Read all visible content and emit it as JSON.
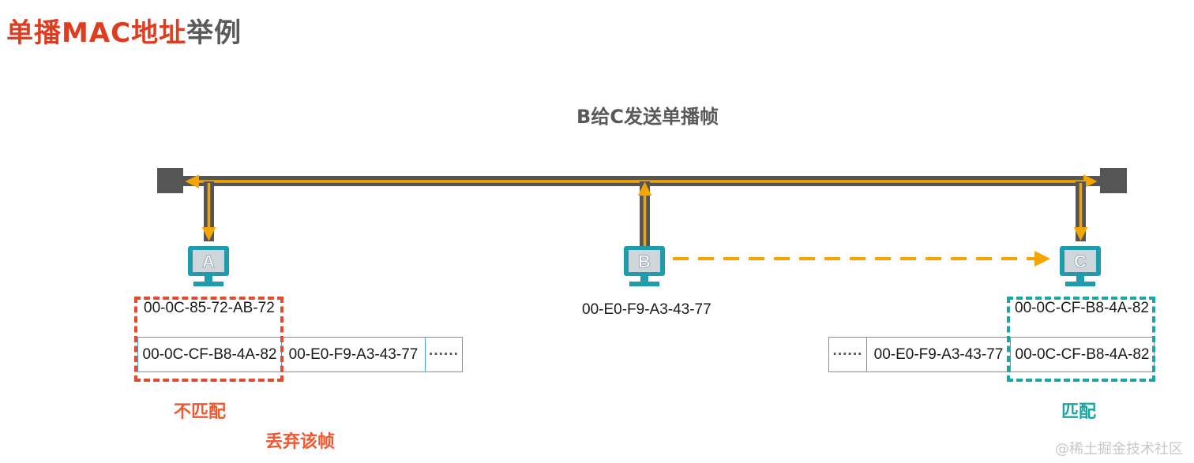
{
  "title": {
    "part_red": "单播MAC地址",
    "part_gray": "举例"
  },
  "subtitle": "B给C发送单播帧",
  "hosts": {
    "a": {
      "label": "A",
      "mac": "00-0C-85-72-AB-72"
    },
    "b": {
      "label": "B",
      "mac": "00-E0-F9-A3-43-77"
    },
    "c": {
      "label": "C",
      "mac": "00-0C-CF-B8-4A-82"
    }
  },
  "frame_left": {
    "dst": "00-0C-CF-B8-4A-82",
    "src": "00-E0-F9-A3-43-77",
    "more": "······"
  },
  "frame_right": {
    "more": "······",
    "src": "00-E0-F9-A3-43-77",
    "dst": "00-0C-CF-B8-4A-82"
  },
  "labels": {
    "mismatch": "不匹配",
    "discard": "丢弃该帧",
    "match": "匹配"
  },
  "watermark": "@稀土掘金技术社区",
  "colors": {
    "bus": "#555555",
    "signal": "#f5a500",
    "monitor": "#1f9cab",
    "mismatch": "#e64a2e",
    "match": "#1ba6a6",
    "cell_border": "#4aa3d6"
  }
}
